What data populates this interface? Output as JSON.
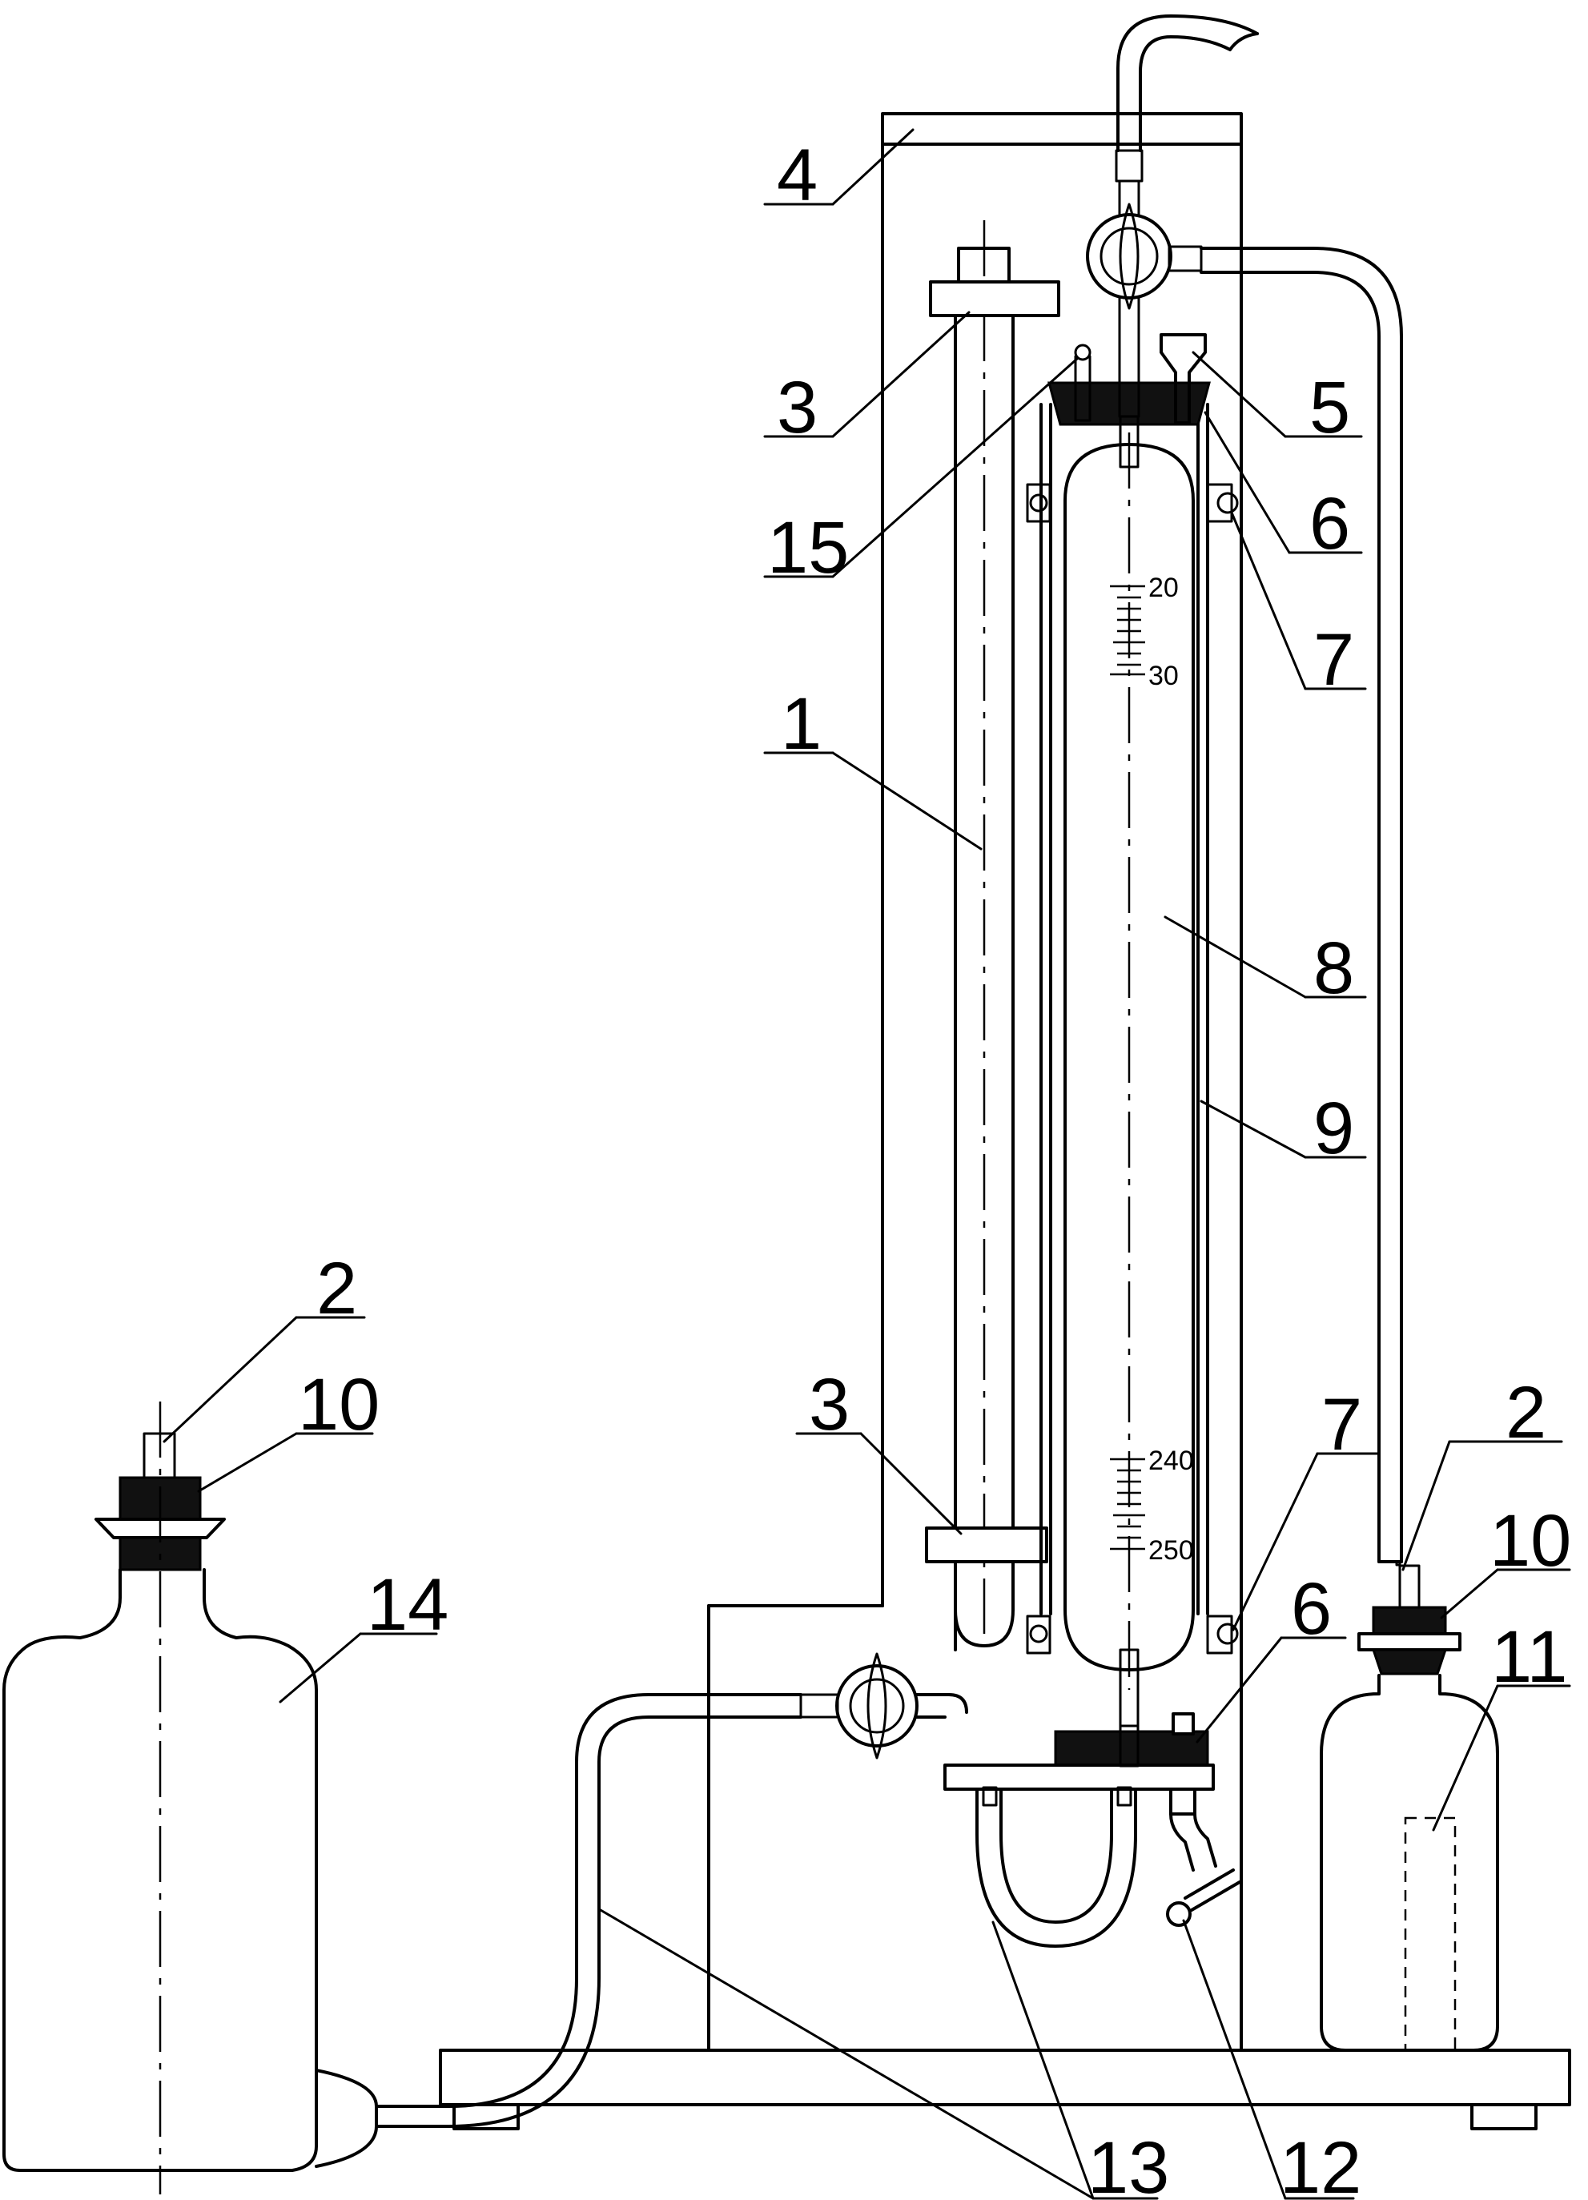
{
  "labels": [
    {
      "id": "label-4",
      "text": "4"
    },
    {
      "id": "label-3-top",
      "text": "3"
    },
    {
      "id": "label-5",
      "text": "5"
    },
    {
      "id": "label-15",
      "text": "15"
    },
    {
      "id": "label-6-top",
      "text": "6"
    },
    {
      "id": "label-7-top",
      "text": "7"
    },
    {
      "id": "label-1",
      "text": "1"
    },
    {
      "id": "label-8",
      "text": "8"
    },
    {
      "id": "label-9",
      "text": "9"
    },
    {
      "id": "label-2-left",
      "text": "2"
    },
    {
      "id": "label-10-left",
      "text": "10"
    },
    {
      "id": "label-14",
      "text": "14"
    },
    {
      "id": "label-3-bottom",
      "text": "3"
    },
    {
      "id": "label-7-bottom",
      "text": "7"
    },
    {
      "id": "label-2-right",
      "text": "2"
    },
    {
      "id": "label-10-right",
      "text": "10"
    },
    {
      "id": "label-6-bottom",
      "text": "6"
    },
    {
      "id": "label-11",
      "text": "11"
    },
    {
      "id": "label-13",
      "text": "13"
    },
    {
      "id": "label-12",
      "text": "12"
    }
  ],
  "scale": {
    "top": [
      "20",
      "30"
    ],
    "bottom": [
      "240",
      "250"
    ]
  }
}
